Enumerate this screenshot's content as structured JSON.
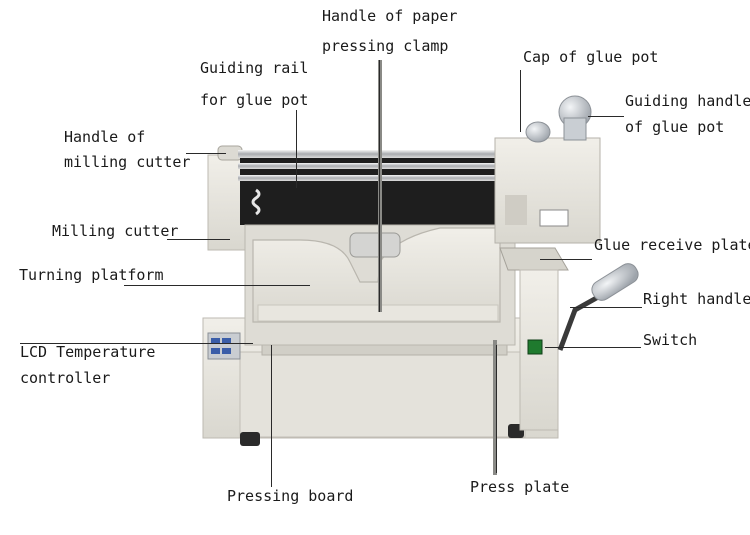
{
  "labels": {
    "handle_paper_clamp_1": "Handle of paper",
    "handle_paper_clamp_2": "pressing clamp",
    "guiding_rail_1": "Guiding rail",
    "guiding_rail_2": "for glue pot",
    "cap_glue_pot": "Cap of glue pot",
    "guiding_handle_1": "Guiding handle",
    "guiding_handle_2": "of glue pot",
    "handle_milling_1": "Handle of",
    "handle_milling_2": "milling cutter",
    "milling_cutter": "Milling cutter",
    "glue_receive_plate": "Glue receive plate",
    "turning_platform": "Turning platform",
    "right_handle": "Right handle",
    "switch": "Switch",
    "lcd_1": "LCD Temperature",
    "lcd_2": "controller",
    "pressing_board": "Pressing board",
    "press_plate": "Press plate"
  },
  "colors": {
    "body": "#e9e7e0",
    "body_shadow": "#c9c7bf",
    "dark": "#1c1c1c",
    "steel": "#a9acb0",
    "knob": "#c7ccd2"
  }
}
